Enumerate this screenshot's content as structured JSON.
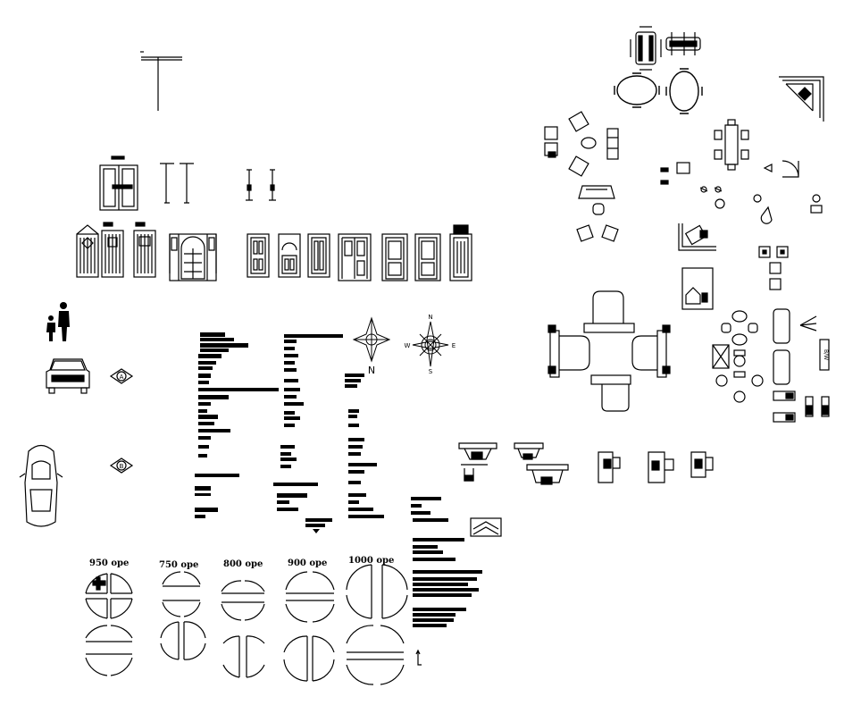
{
  "drawing": {
    "background": "#ffffff",
    "ink": "#000000",
    "opening_labels": [
      "950 ope",
      "750 ope",
      "800 ope",
      "900 ope",
      "1000 ope"
    ],
    "compass_plain": {
      "north": "N"
    },
    "compass_full": {
      "north": "N",
      "south": "S",
      "east": "E",
      "west": "W"
    },
    "section_markers": [
      "A",
      "B"
    ],
    "vertical_tag": "B/W"
  }
}
